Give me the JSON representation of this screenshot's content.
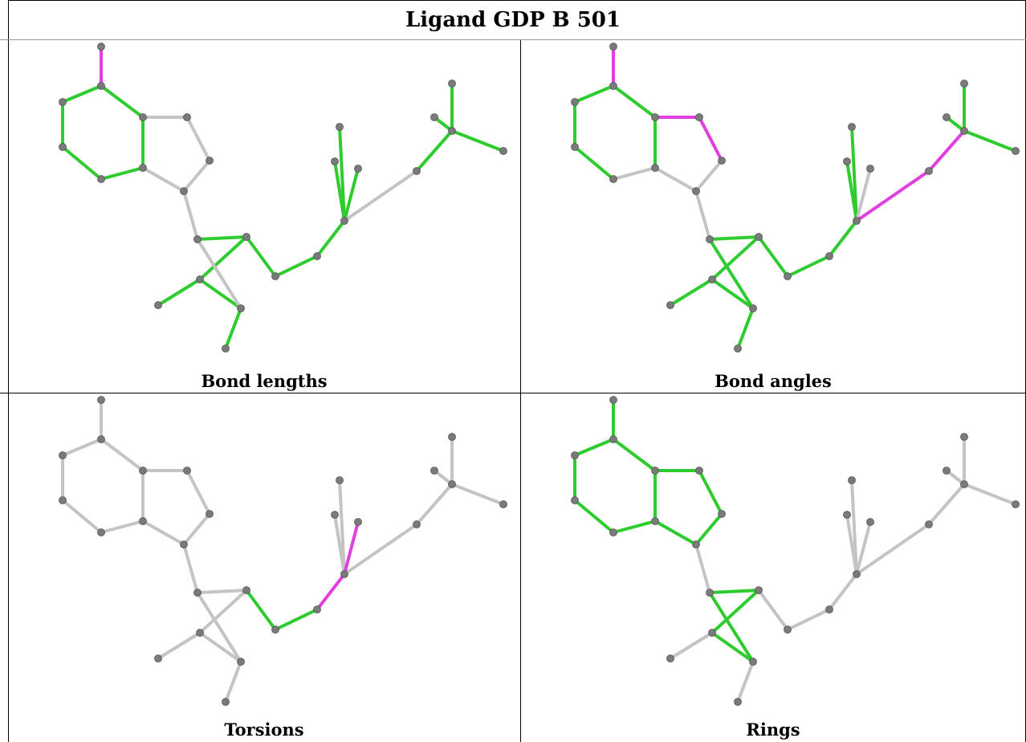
{
  "title": "Ligand GDP B 501",
  "colors": {
    "ok": "#2ecc2e",
    "outlier": "#e040e0",
    "neutral": "#c4c4c4",
    "atom": "#7a7a7a",
    "frame": "#000000"
  },
  "panels": [
    {
      "caption": "Bond lengths",
      "highlight": {
        "green": [
          [
            1,
            2
          ],
          [
            2,
            3
          ],
          [
            3,
            4
          ],
          [
            4,
            5
          ],
          [
            5,
            6
          ],
          [
            6,
            1
          ],
          [
            4,
            10
          ],
          [
            10,
            11
          ],
          [
            11,
            12
          ],
          [
            12,
            13
          ],
          [
            13,
            9
          ],
          [
            12,
            14
          ],
          [
            13,
            15
          ],
          [
            11,
            16
          ],
          [
            16,
            17
          ],
          [
            17,
            18
          ],
          [
            18,
            19
          ],
          [
            18,
            20
          ],
          [
            18,
            21
          ],
          [
            22,
            23
          ],
          [
            23,
            24
          ],
          [
            23,
            25
          ],
          [
            23,
            26
          ]
        ],
        "pink": [
          [
            0,
            1
          ]
        ]
      }
    },
    {
      "caption": "Bond angles",
      "highlight": {
        "green": [
          [
            1,
            2
          ],
          [
            2,
            3
          ],
          [
            3,
            4
          ],
          [
            5,
            6
          ],
          [
            6,
            1
          ],
          [
            10,
            11
          ],
          [
            11,
            12
          ],
          [
            12,
            13
          ],
          [
            13,
            10
          ],
          [
            12,
            14
          ],
          [
            13,
            15
          ],
          [
            11,
            16
          ],
          [
            16,
            17
          ],
          [
            17,
            18
          ],
          [
            18,
            19
          ],
          [
            18,
            20
          ],
          [
            23,
            24
          ],
          [
            23,
            25
          ],
          [
            23,
            26
          ]
        ],
        "pink": [
          [
            0,
            1
          ],
          [
            0,
            6
          ],
          [
            6,
            7
          ],
          [
            7,
            8
          ],
          [
            18,
            22
          ],
          [
            22,
            23
          ]
        ]
      }
    },
    {
      "caption": "Torsions",
      "highlight": {
        "green": [
          [
            11,
            16
          ],
          [
            16,
            17
          ],
          [
            21,
            22
          ]
        ],
        "pink": [
          [
            17,
            18
          ],
          [
            18,
            21
          ]
        ]
      }
    },
    {
      "caption": "Rings",
      "highlight": {
        "green": [
          [
            0,
            1
          ],
          [
            1,
            2
          ],
          [
            2,
            3
          ],
          [
            3,
            4
          ],
          [
            4,
            5
          ],
          [
            5,
            6
          ],
          [
            6,
            1
          ],
          [
            0,
            6
          ],
          [
            6,
            7
          ],
          [
            7,
            8
          ],
          [
            8,
            9
          ],
          [
            9,
            5
          ],
          [
            10,
            11
          ],
          [
            11,
            12
          ],
          [
            12,
            13
          ],
          [
            13,
            10
          ]
        ],
        "pink": []
      }
    }
  ]
}
